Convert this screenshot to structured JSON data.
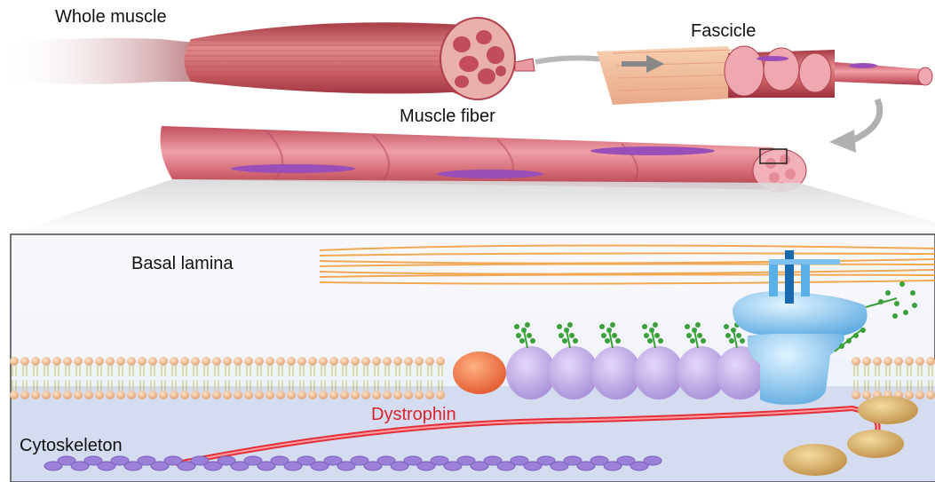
{
  "labels": {
    "whole_muscle": "Whole muscle",
    "fascicle": "Fascicle",
    "muscle_fiber": "Muscle fiber",
    "basal_lamina": "Basal lamina",
    "dystrophin": "Dystrophin",
    "cytoskeleton": "Cytoskeleton"
  },
  "colors": {
    "muscle": "#c65a5e",
    "fascicle_sheath": "#f0b898",
    "nucleus": "#9a4fb8",
    "basal_lamina": "#f0a040",
    "cytoplasm": "#d6dcf0",
    "lipid_head": "#f0c8a0",
    "glycoprotein": "#b4a0e0",
    "receptor": "#7ec0f0",
    "dystrophin": "#e23038",
    "actin": "#9a80d8",
    "sugar_chain": "#3aa03a",
    "anchor": "#d8b068",
    "orange_protein": "#f07840"
  }
}
